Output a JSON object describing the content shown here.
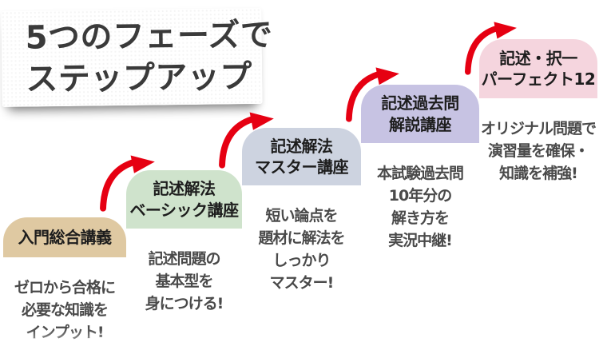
{
  "title": {
    "line1": "5つのフェーズで",
    "line2": "ステップアップ"
  },
  "colors": {
    "arrow": "#e60012",
    "title_text": "#3a3a3a",
    "header_text": "#1d1d1d",
    "body_text": "#4a4a4a"
  },
  "steps": [
    {
      "id": 1,
      "color": "#dfc9a2",
      "header_lines": [
        "入門総合講義"
      ],
      "body_lines": [
        "ゼロから合格に",
        "必要な知識を",
        "インプット!"
      ]
    },
    {
      "id": 2,
      "color": "#cfe3cc",
      "header_lines": [
        "記述解法",
        "ベーシック講座"
      ],
      "body_lines": [
        "記述問題の",
        "基本型を",
        "身につける!"
      ]
    },
    {
      "id": 3,
      "color": "#cdd3e0",
      "header_lines": [
        "記述解法",
        "マスター講座"
      ],
      "body_lines": [
        "短い論点を",
        "題材に解法を",
        "しっかり",
        "マスター!"
      ]
    },
    {
      "id": 4,
      "color": "#c7c3e3",
      "header_lines": [
        "記述過去問",
        "解説講座"
      ],
      "body_lines": [
        "本試験過去問",
        "10年分の",
        "解き方を",
        "実況中継!"
      ]
    },
    {
      "id": 5,
      "color": "#f5d5de",
      "header_lines": [
        "記述・択一",
        "パーフェクト12"
      ],
      "body_lines": [
        "オリジナル問題で",
        "演習量を確保・",
        "知識を補強!"
      ]
    }
  ]
}
